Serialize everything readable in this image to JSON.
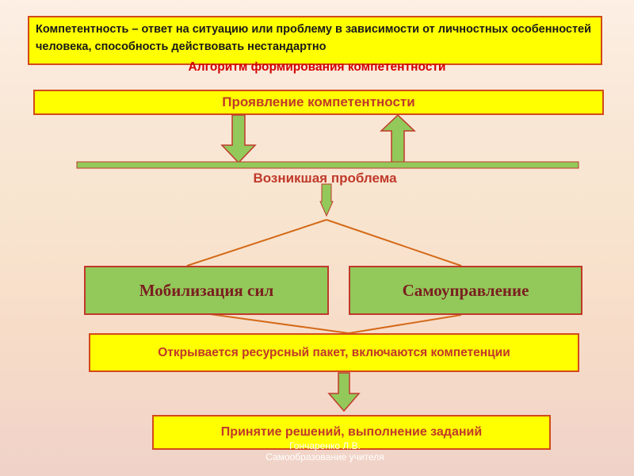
{
  "definition": "Компетентность – ответ на ситуацию или проблему в зависимости от личностных особенностей человека, способность действовать нестандартно",
  "algorithm_title": "Алгоритм формирования компетентности",
  "manifestation": "Проявление компетентности",
  "problem": "Возникшая проблема",
  "mobilization": "Мобилизация сил",
  "self_management": "Самоуправление",
  "resource_package": "Открывается ресурсный пакет, включаются компетенции",
  "decision": "Принятие решений, выполнение заданий",
  "footer": {
    "author": "Гончаренко Л.В.",
    "subtitle": "Самообразование учителя"
  },
  "colors": {
    "yellow_box": "#ffff00",
    "green_box": "#92c95a",
    "border": "#c0392b",
    "accent_text": "#d40000",
    "arrow": "#92c95a"
  }
}
